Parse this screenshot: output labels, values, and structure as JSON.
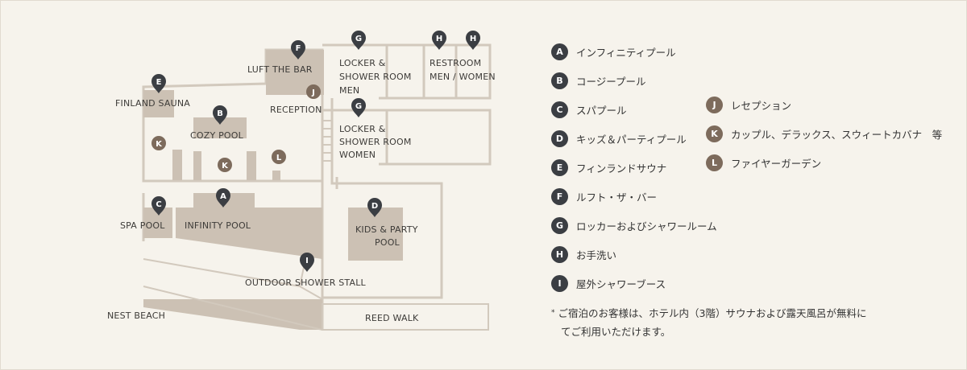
{
  "colors": {
    "background": "#f6f3ec",
    "area": "#ccc1b4",
    "wall": "#cfc6ba",
    "pin_dark": "#3b3e43",
    "pin_brown": "#7d6b5c"
  },
  "map_labels": {
    "luft": "LUFT THE BAR",
    "finland": "FINLAND SAUNA",
    "reception": "RECEPTION",
    "cozy": "COZY POOL",
    "spa": "SPA POOL",
    "infinity": "INFINITY POOL",
    "kids1": "KIDS & PARTY",
    "kids2": "POOL",
    "outdoor": "OUTDOOR SHOWER STALL",
    "nest": "NEST BEACH",
    "reed": "REED WALK",
    "locker_men1": "LOCKER &",
    "locker_men2": "SHOWER ROOM",
    "locker_men3": "MEN",
    "locker_women1": "LOCKER &",
    "locker_women2": "SHOWER ROOM",
    "locker_women3": "WOMEN",
    "restroom1": "RESTROOM",
    "restroom2": "MEN / WOMEN"
  },
  "pins": {
    "f": "F",
    "e": "E",
    "g1": "G",
    "g2": "G",
    "h1": "H",
    "h2": "H",
    "j": "J",
    "b": "B",
    "k1": "K",
    "k2": "K",
    "l": "L",
    "c": "C",
    "a": "A",
    "d": "D",
    "i": "I"
  },
  "legend_left": [
    {
      "letter": "A",
      "text": "インフィニティプール"
    },
    {
      "letter": "B",
      "text": "コージープール"
    },
    {
      "letter": "C",
      "text": "スパプール"
    },
    {
      "letter": "D",
      "text": "キッズ＆パーティプール"
    },
    {
      "letter": "E",
      "text": "フィンランドサウナ"
    },
    {
      "letter": "F",
      "text": "ルフト・ザ・バー"
    },
    {
      "letter": "G",
      "text": "ロッカーおよびシャワールーム"
    },
    {
      "letter": "H",
      "text": "お手洗い"
    },
    {
      "letter": "I",
      "text": "屋外シャワーブース"
    }
  ],
  "legend_right": [
    {
      "letter": "J",
      "text": "レセプション"
    },
    {
      "letter": "K",
      "text": "カップル、デラックス、スウィートカバナ　等"
    },
    {
      "letter": "L",
      "text": "ファイヤーガーデン"
    }
  ],
  "note": {
    "mark": "*",
    "line1": "ご宿泊のお客様は、ホテル内（3階）サウナおよび露天風呂が無料に",
    "line2": "てご利用いただけます。"
  }
}
